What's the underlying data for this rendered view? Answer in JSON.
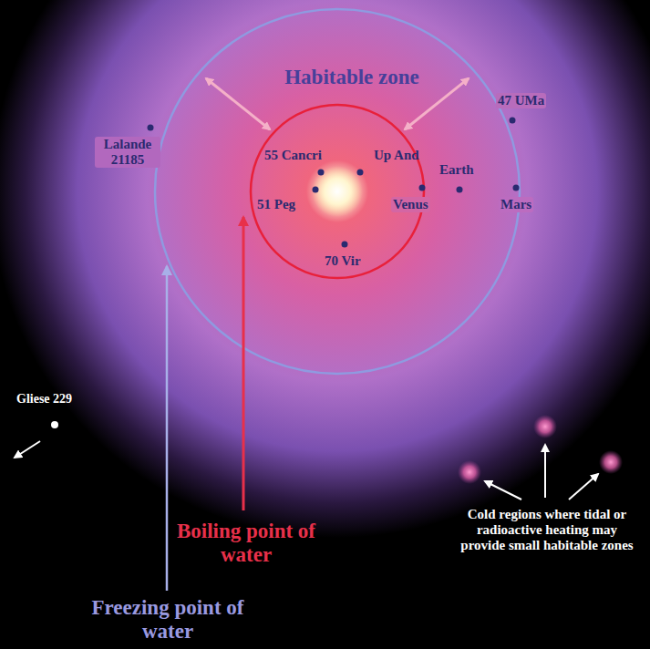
{
  "diagram": {
    "labels": [
      "Habitable zone",
      "47 UMa",
      "Lalande 21185",
      "55 Cancri",
      "Up And",
      "Earth",
      "51 Peg",
      "Venus",
      "Mars",
      "70 Vir",
      "Gliese 229",
      "Boiling point of water",
      "Freezing point of water",
      "Cold regions where tidal or radioactive heating may provide small habitable zones"
    ]
  }
}
